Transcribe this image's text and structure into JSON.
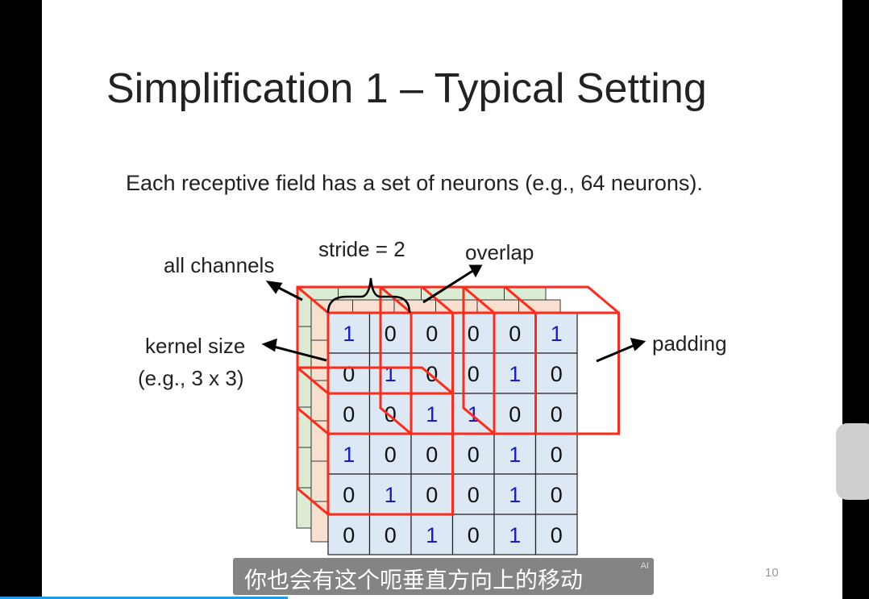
{
  "slide": {
    "title": "Simplification 1 – Typical Setting",
    "subtitle": "Each receptive field has a set of neurons (e.g., 64 neurons).",
    "labels": {
      "stride": "stride = 2",
      "overlap": "overlap",
      "all_channels": "all channels",
      "kernel_size": "kernel size",
      "kernel_example": "(e.g., 3 x 3)",
      "padding": "padding"
    },
    "grid": [
      [
        "1",
        "0",
        "0",
        "0",
        "0",
        "1"
      ],
      [
        "0",
        "1",
        "0",
        "0",
        "1",
        "0"
      ],
      [
        "0",
        "0",
        "1",
        "1",
        "0",
        "0"
      ],
      [
        "1",
        "0",
        "0",
        "0",
        "1",
        "0"
      ],
      [
        "0",
        "1",
        "0",
        "0",
        "1",
        "0"
      ],
      [
        "0",
        "0",
        "1",
        "0",
        "1",
        "0"
      ]
    ],
    "page_number": "10"
  },
  "video": {
    "caption": "你也会有这个呃垂直方向上的移动",
    "caption_badge": "AI",
    "progress": 0.33
  },
  "colors": {
    "kernel": "#ff2a1a",
    "one": "#1a1acc",
    "cell": "#dce8f4",
    "layer2": "#f8e0d0",
    "layer3": "#dcebd4",
    "progress": "#1e9be8"
  }
}
